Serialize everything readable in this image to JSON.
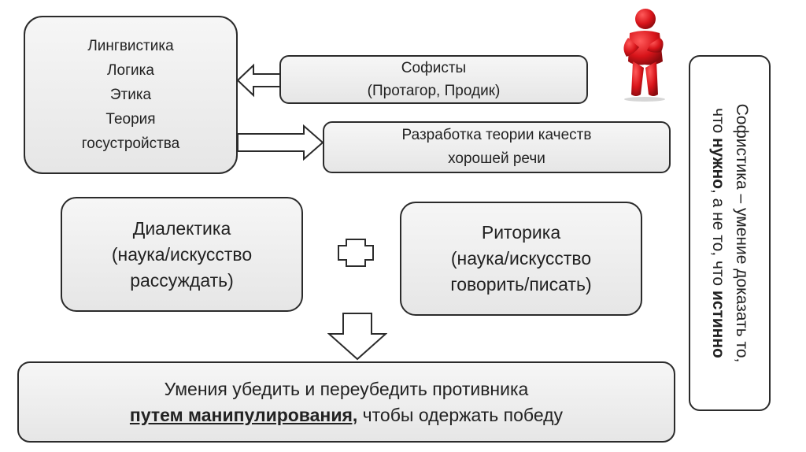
{
  "disciplines": {
    "items": [
      "Лингвистика",
      "Логика",
      "Этика",
      "Теория",
      "госустройства"
    ]
  },
  "sophists": {
    "line1": "Софисты",
    "line2": "(Протагор, Продик)"
  },
  "theory": {
    "line1": "Разработка теории качеств",
    "line2": "хорошей речи"
  },
  "dialectics": {
    "line1": "Диалектика",
    "line2": "(наука/искусство",
    "line3": "рассуждать)"
  },
  "rhetoric": {
    "line1": "Риторика",
    "line2": "(наука/искусство",
    "line3": "говорить/писать)"
  },
  "result": {
    "line1": "Умения убедить и переубедить противника",
    "line2_underlined": "путем манипулирования,",
    "line2_rest": " чтобы одержать победу"
  },
  "definition": {
    "line1": "Софистика – умение доказать то,",
    "line2_pre": "что ",
    "line2_bold1": "нужно",
    "line2_mid": ", а не то, что ",
    "line2_bold2": "истинно"
  },
  "colors": {
    "figure": "#d8141a",
    "border": "#2b2b2b"
  }
}
